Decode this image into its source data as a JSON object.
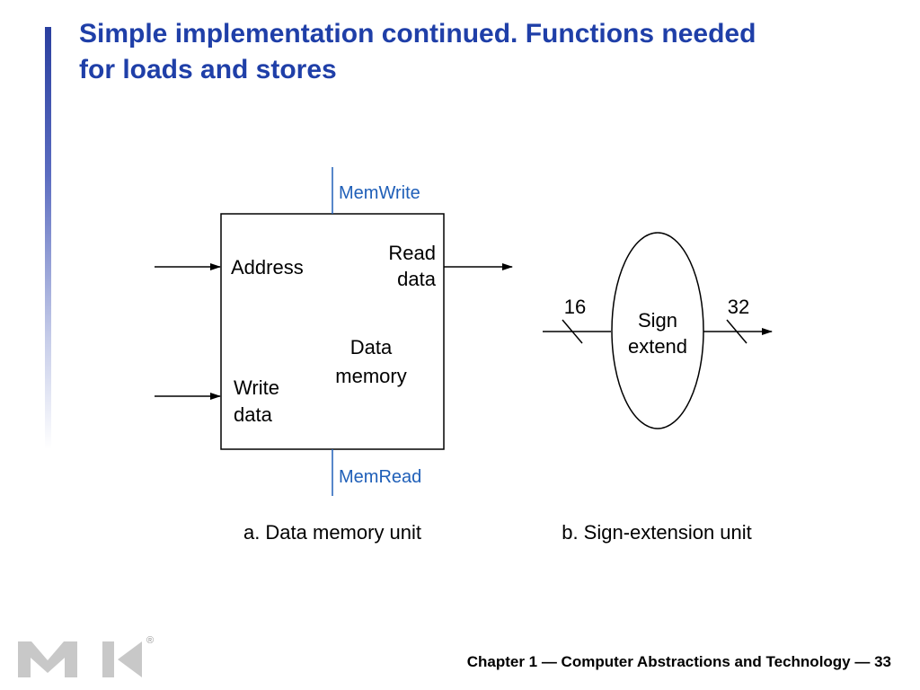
{
  "slide": {
    "title_line1": "Simple implementation continued. Functions needed",
    "title_line2": "for loads and stores",
    "footer": "Chapter 1 — Computer Abstractions and Technology — 33",
    "logo_name": "mk-logo",
    "registered_mark": "®"
  },
  "data_memory": {
    "control_top": "MemWrite",
    "control_bottom": "MemRead",
    "input_address": "Address",
    "input_write_line1": "Write",
    "input_write_line2": "data",
    "output_read_line1": "Read",
    "output_read_line2": "data",
    "name_line1": "Data",
    "name_line2": "memory",
    "caption": "a. Data memory unit"
  },
  "sign_extend": {
    "label_line1": "Sign",
    "label_line2": "extend",
    "input_width": "16",
    "output_width": "32",
    "caption": "b. Sign-extension unit"
  },
  "colors": {
    "title": "#1f3fa8",
    "control_signal": "#1f5fb8",
    "wire": "#000000",
    "logo": "#c8c8c8"
  }
}
